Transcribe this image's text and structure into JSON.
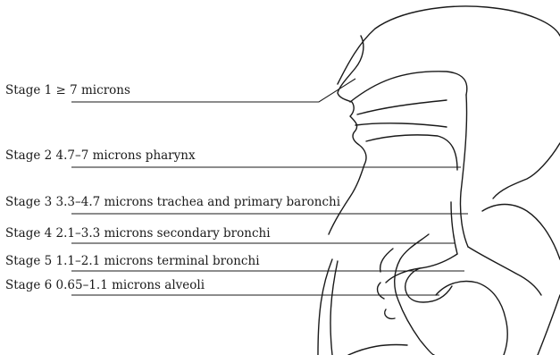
{
  "stages": [
    {
      "label": "Stage 1 ≥ 7 microns"
    },
    {
      "label": "Stage 2 4.7–7 microns pharynx"
    },
    {
      "label": "Stage 3 3.3–4.7 microns trachea and primary baronchi"
    },
    {
      "label": "Stage 4 2.1–3.3 microns secondary bronchi"
    },
    {
      "label": "Stage 5 1.1–2.1 microns terminal bronchi"
    },
    {
      "label": "Stage 6 0.65–1.1 microns alveoli"
    }
  ]
}
